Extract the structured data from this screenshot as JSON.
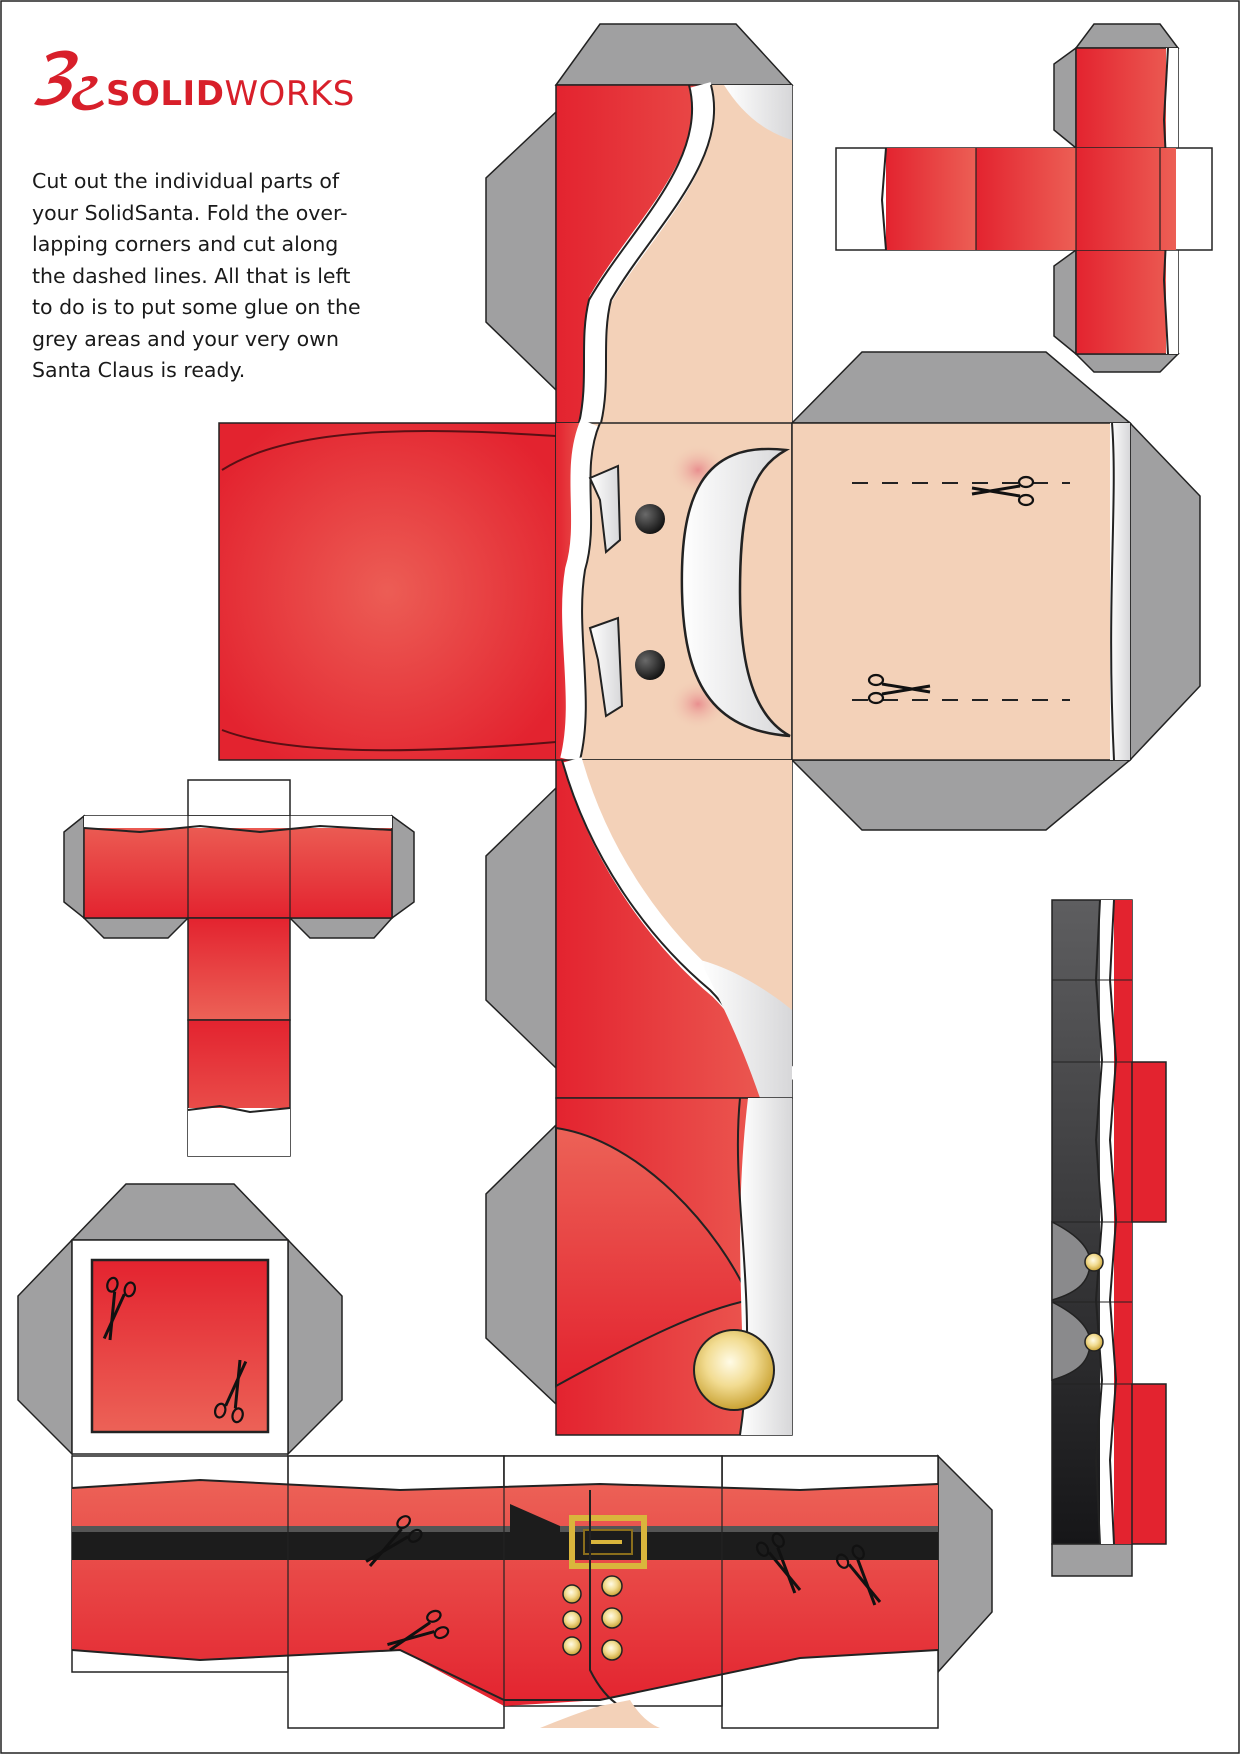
{
  "brand": {
    "logo_icon": "dassault-systemes-3ds-icon",
    "name_bold": "SOLID",
    "name_light": "WORKS",
    "color": "#d81f2a"
  },
  "instructions": {
    "lines": [
      "Cut out the individual parts of",
      "your SolidSanta. Fold the over-",
      "lapping corners and cut along",
      "the dashed lines. All that is left",
      "to do is to put some glue on the",
      "grey areas and your very own",
      "Santa Claus is ready."
    ]
  },
  "colors": {
    "suit_red": "#e3232f",
    "suit_red_light": "#ec5a55",
    "skin": "#f3d1b8",
    "fur_white": "#ffffff",
    "glue_grey": "#a0a0a1",
    "belt_black": "#1c1c1c",
    "gold": "#d9b53c",
    "outline": "#222222"
  },
  "icons": [
    "scissors-icon",
    "belt-buckle-icon",
    "button-icon",
    "eye-icon",
    "pompom-icon"
  ]
}
